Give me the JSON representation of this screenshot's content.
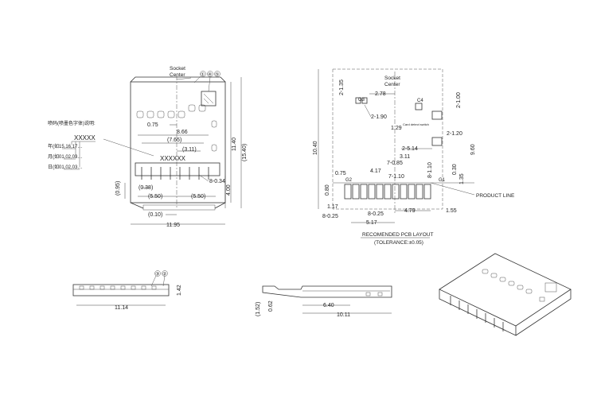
{
  "front_view": {
    "socket_center": [
      "Socket",
      "Center"
    ],
    "callouts": [
      "①",
      "④",
      "⑤"
    ],
    "marking_note": "喷码(喷墨色字体)说明:",
    "marking_code": "XXXXX",
    "marking_code_center": "XXXXXX",
    "year_line": "年(如15,16,17…",
    "month_line": "月(如01,02,03…",
    "day_line": "日(如01,02,03…",
    "dims": {
      "d075": "0.75",
      "d866": "8.66",
      "d765": "(7.65)",
      "d311": "(3.11)",
      "d038": "(0.38)",
      "d095": "(0.95)",
      "d550a": "(5.50)",
      "d550b": "(5.50)",
      "d010": "(0.10)",
      "d1195": "11.95",
      "d034": "8-0.34",
      "d1140": "11.40",
      "d1540": "(15.40)",
      "d400": "4.00"
    }
  },
  "pcb_layout": {
    "socket_center": [
      "Socket",
      "Center"
    ],
    "labels": {
      "g3": "G3",
      "c4": "C4",
      "g2": "G2",
      "g1": "G1",
      "card_detect": "Card detect switch",
      "product_line": "PRODUCT LINE",
      "title": "RECOMENDED PCB LAYOUT",
      "tolerance": "(TOLERANCE:±0.05)"
    },
    "dims": {
      "d135": "2-1.35",
      "d278": "2.78",
      "d100": "2-1.00",
      "d190": "2-1.90",
      "d129": "1.29",
      "d120": "2-1.20",
      "d514": "2-5.14",
      "d311": "3.11",
      "d085": "7-0.85",
      "d1040": "10.40",
      "d960": "9.60",
      "d417": "4.17",
      "d110a": "7-1.10",
      "d110b": "8-1.10",
      "d075": "0.75",
      "d030": "0.30",
      "d135b": "1.35",
      "d080": "0.80",
      "d117": "1.17",
      "d025a": "8-0.25",
      "d025b": "8-0.25",
      "d479": "4.79",
      "d155": "1.55",
      "d517": "5.17"
    }
  },
  "bottom_view": {
    "callouts": [
      "③",
      "②"
    ],
    "dims": {
      "d1114": "11.14",
      "d142": "1.42"
    }
  },
  "side_view": {
    "dims": {
      "d152": "(1.52)",
      "d062": "0.62",
      "d640": "6.40",
      "d1011": "10.11"
    }
  },
  "iso_view": {}
}
